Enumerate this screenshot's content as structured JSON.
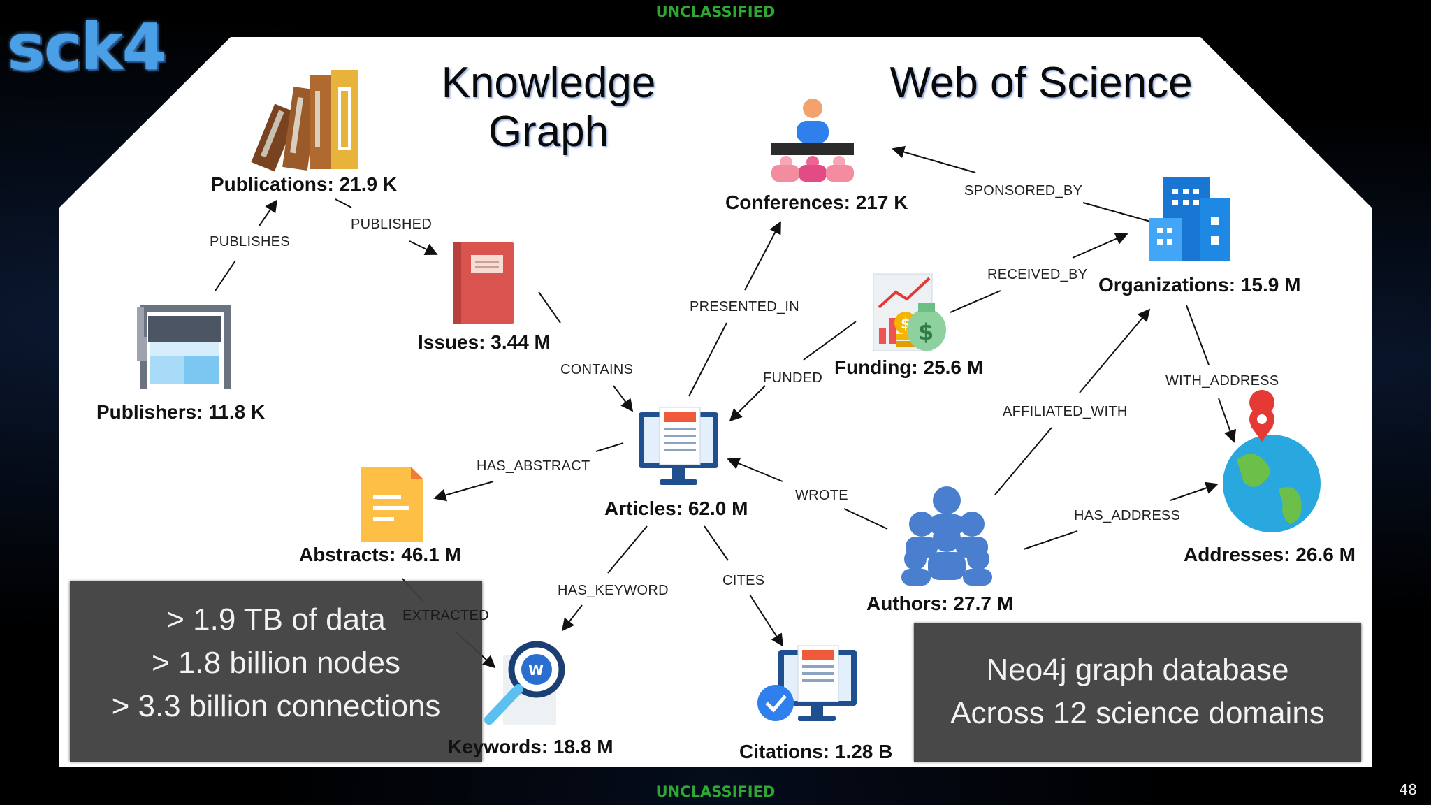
{
  "header": {
    "classification": "UNCLASSIFIED",
    "logo": "sck4"
  },
  "footer": {
    "classification": "UNCLASSIFIED",
    "page_number": "48"
  },
  "titles": {
    "knowledge_line1": "Knowledge",
    "knowledge_line2": "Graph",
    "wos": "Web of Science"
  },
  "nodes": {
    "publications": "Publications: 21.9 K",
    "publishers": "Publishers: 11.8 K",
    "issues": "Issues: 3.44 M",
    "conferences": "Conferences: 217 K",
    "organizations": "Organizations: 15.9 M",
    "funding": "Funding: 25.6 M",
    "articles": "Articles: 62.0 M",
    "abstracts": "Abstracts: 46.1 M",
    "authors": "Authors: 27.7 M",
    "addresses": "Addresses: 26.6 M",
    "keywords": "Keywords: 18.8 M",
    "citations": "Citations: 1.28 B"
  },
  "edges": {
    "publishes": "PUBLISHES",
    "published": "PUBLISHED",
    "contains": "CONTAINS",
    "presented_in": "PRESENTED_IN",
    "sponsored_by": "SPONSORED_BY",
    "received_by": "RECEIVED_BY",
    "funded": "FUNDED",
    "with_address": "WITH_ADDRESS",
    "affiliated_with": "AFFILIATED_WITH",
    "has_abstract": "HAS_ABSTRACT",
    "wrote": "WROTE",
    "has_address": "HAS_ADDRESS",
    "has_keyword": "HAS_KEYWORD",
    "cites": "CITES",
    "extracted": "EXTRACTED"
  },
  "callouts": {
    "left": [
      "> 1.9 TB of data",
      "> 1.8 billion nodes",
      "> 3.3 billion connections"
    ],
    "right": [
      "Neo4j graph database",
      "Across 12 science domains"
    ]
  },
  "colors": {
    "classification": "#2ea832",
    "logo": "#4a9fe6",
    "panel": "#ffffff",
    "callout": "#3e3e3e"
  }
}
